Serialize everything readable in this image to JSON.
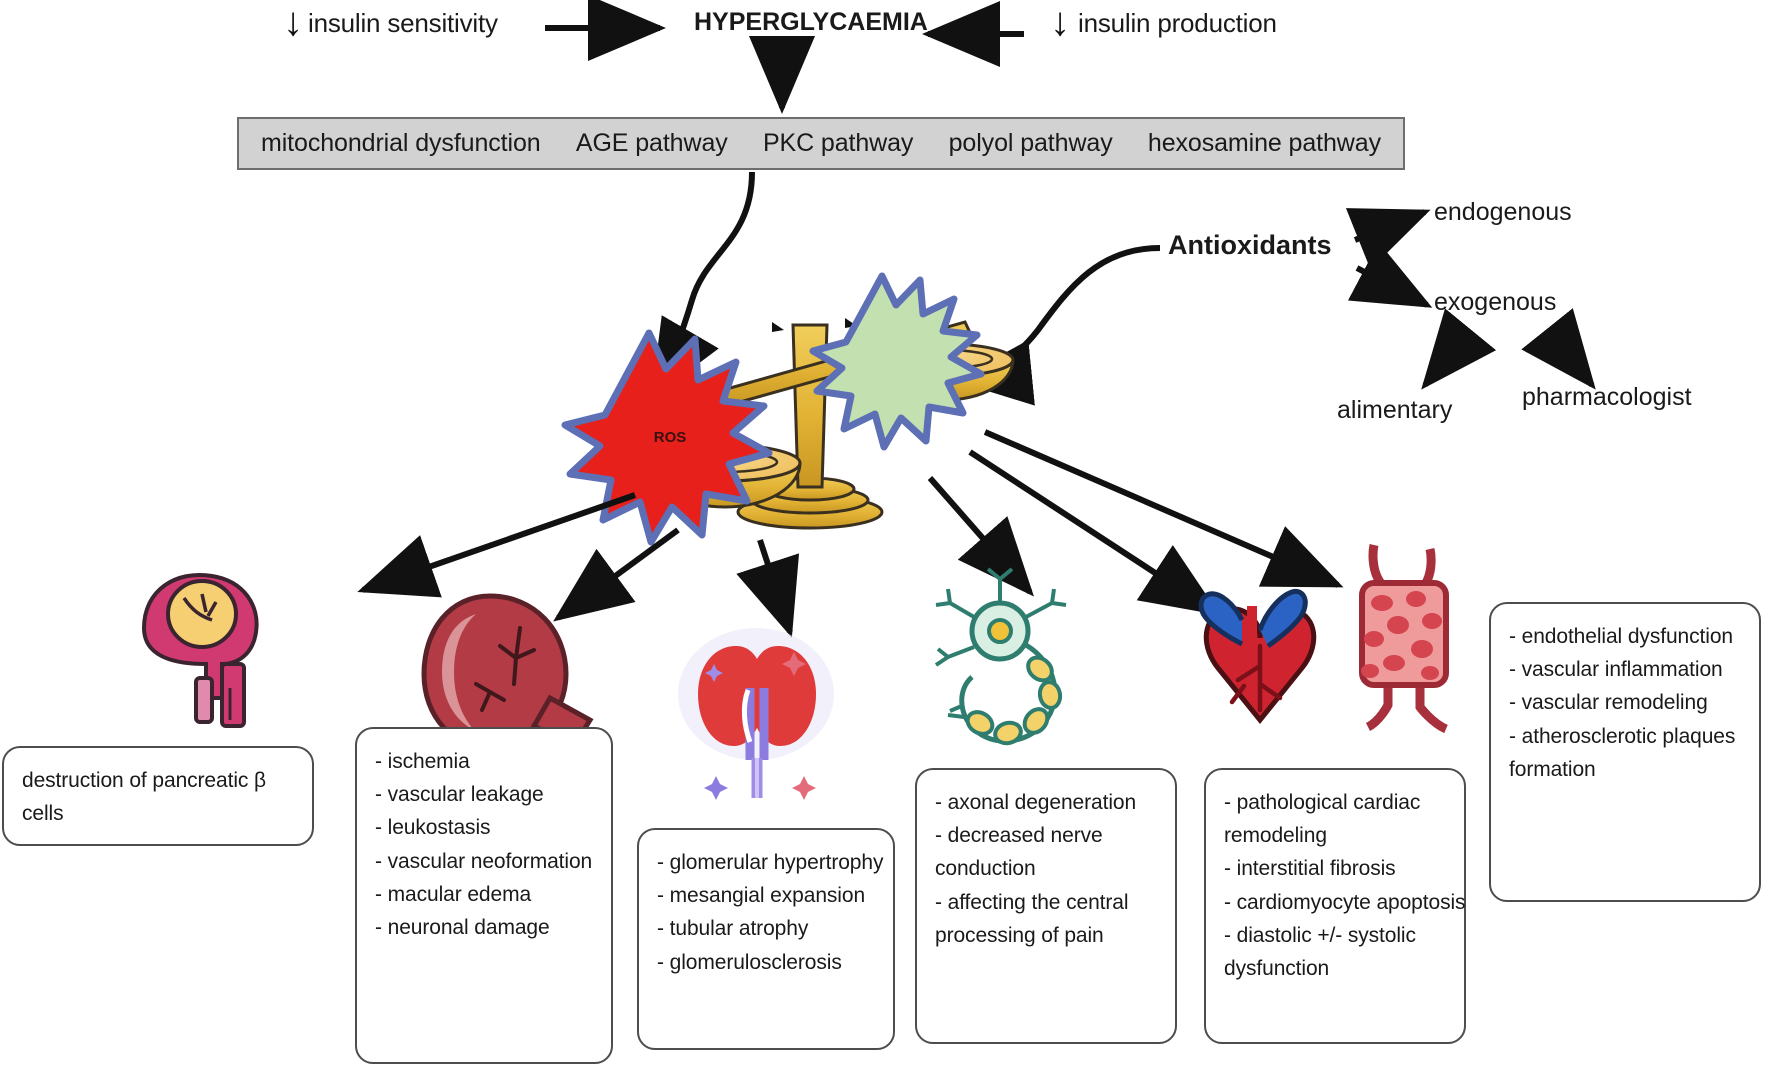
{
  "top": {
    "left_arrow_symbol": "↓",
    "left_label": "insulin sensitivity",
    "center_label": "HYPERGLYCAEMIA",
    "right_arrow_symbol": "↓",
    "right_label": "insulin production"
  },
  "pathways": [
    "mitochondrial dysfunction",
    "AGE pathway",
    "PKC pathway",
    "polyol pathway",
    "hexosamine pathway"
  ],
  "balance": {
    "ros_label": "ROS",
    "ros_color": "#e8201c",
    "antioxidant_star_color": "#c3e0b0",
    "star_outline": "#5d6fb5",
    "scale_color": "#e0b43a"
  },
  "antioxidants": {
    "title": "Antioxidants",
    "endogenous": "endogenous",
    "exogenous": "exogenous",
    "alimentary": "alimentary",
    "pharmacologist": "pharmacologist"
  },
  "organs": {
    "pancreas": {
      "icon": "pancreas-icon",
      "lines": [
        "destruction of pancreatic β",
        "cells"
      ]
    },
    "eye": {
      "icon": "eye-retina-icon",
      "lines": [
        "-  ischemia",
        "- vascular leakage",
        "-  leukostasis",
        "- vascular neoformation",
        "- macular edema",
        "- neuronal damage"
      ]
    },
    "kidney": {
      "icon": "kidney-icon",
      "lines": [
        "- glomerular hypertrophy",
        "- mesangial expansion",
        "- tubular atrophy",
        "- glomerulosclerosis"
      ]
    },
    "nerve": {
      "icon": "neuron-icon",
      "lines": [
        "- axonal degeneration",
        "- decreased nerve",
        "conduction",
        "- affecting the central",
        "processing of pain"
      ]
    },
    "heart": {
      "icon": "heart-icon",
      "lines": [
        "- pathological cardiac",
        "remodeling",
        "- interstitial fibrosis",
        "- cardiomyocyte apoptosis",
        "- diastolic +/- systolic",
        "dysfunction"
      ]
    },
    "vessel": {
      "icon": "blood-vessel-icon",
      "lines": [
        "- endothelial dysfunction",
        "- vascular inflammation",
        "- vascular remodeling",
        "- atherosclerotic plaques",
        "formation"
      ]
    }
  }
}
